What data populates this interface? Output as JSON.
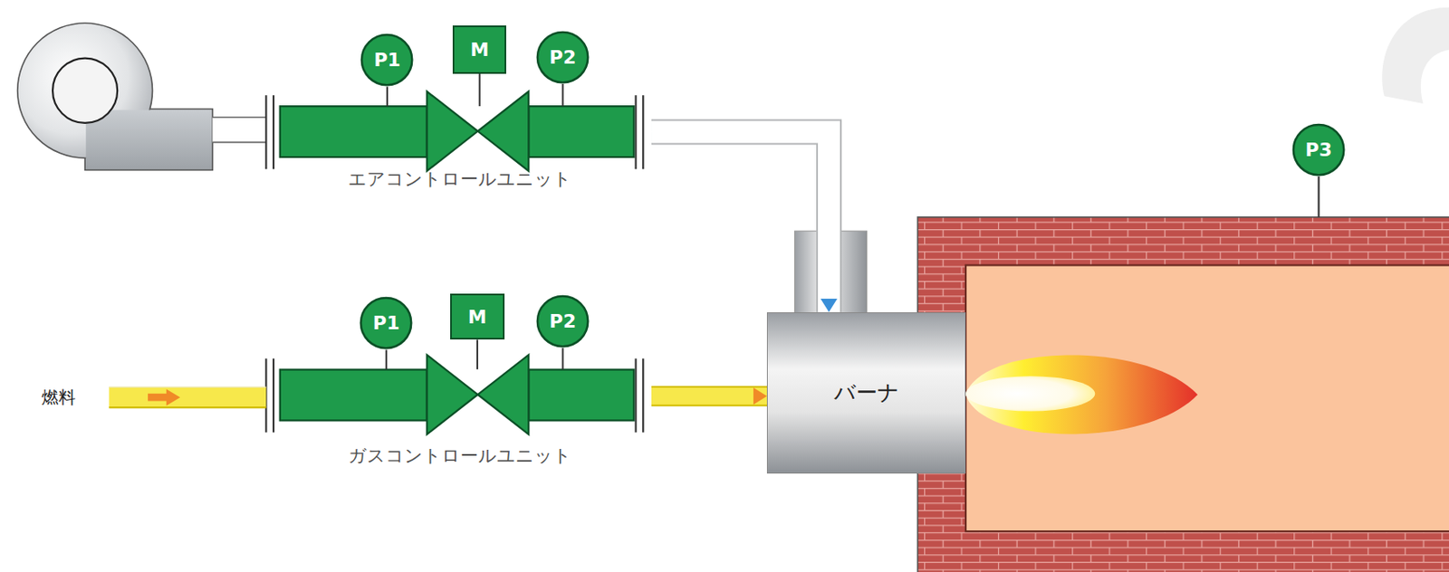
{
  "diagram": {
    "nodes": [
      {
        "text": [
          "エアコントロールユニット"
        ]
      },
      {
        "text": [
          "P1"
        ]
      },
      {
        "text": [
          "M"
        ]
      },
      {
        "text": [
          "P2"
        ]
      },
      {
        "text": [
          "ガスコントロールユニット"
        ]
      },
      {
        "text": [
          "P1"
        ]
      },
      {
        "text": [
          "M"
        ]
      },
      {
        "text": [
          "P2"
        ]
      },
      {
        "text": [
          "バーナ"
        ]
      },
      {
        "text": [
          "P3"
        ]
      }
    ],
    "edges": [
      {
        "from": 1,
        "to": 0,
        "arrow": "none"
      },
      {
        "from": 2,
        "to": 0,
        "arrow": "none"
      },
      {
        "from": 3,
        "to": 0,
        "arrow": "none"
      },
      {
        "from": 0,
        "to": 8,
        "arrow": "to"
      },
      {
        "from": 5,
        "to": 4,
        "arrow": "none"
      },
      {
        "from": 6,
        "to": 4,
        "arrow": "none"
      },
      {
        "from": 7,
        "to": 4,
        "arrow": "none"
      },
      {
        "from": 4,
        "to": 8,
        "arrow": "to"
      }
    ],
    "labels": [
      "燃料"
    ]
  }
}
